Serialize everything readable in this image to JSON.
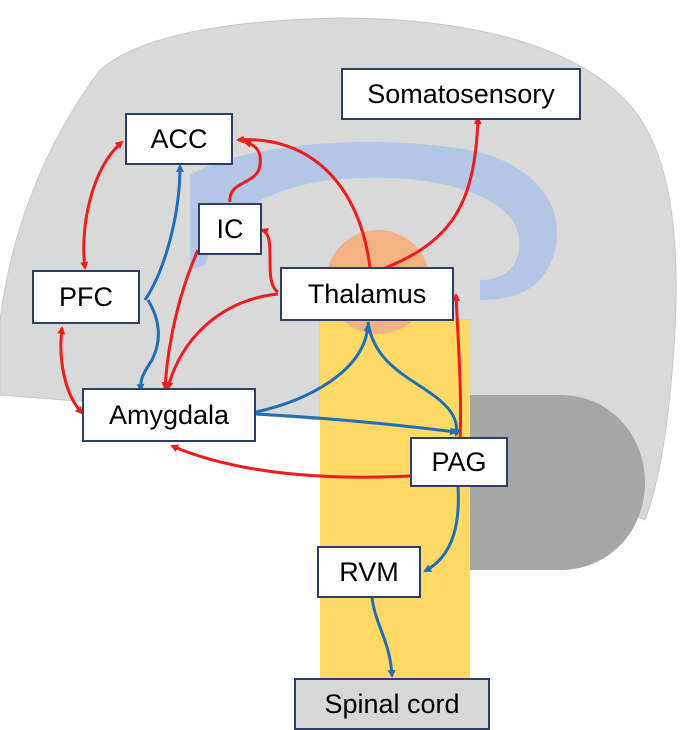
{
  "colors": {
    "excitatory": "#ee1c1c",
    "modulatory": "#1f6fb8",
    "brain": "#d9d9d9",
    "corpus_callosum": "#b4c7e7",
    "thalamus_blob": "#f4b183",
    "brainstem": "#ffd966",
    "cerebellum": "#a6a6a6",
    "box_border": "#2f3e66"
  },
  "nodes": {
    "somatosensory": "Somatosensory",
    "acc": "ACC",
    "ic": "IC",
    "pfc": "PFC",
    "thalamus": "Thalamus",
    "amygdala": "Amygdala",
    "pag": "PAG",
    "rvm": "RVM",
    "spinal_cord": "Spinal cord"
  }
}
